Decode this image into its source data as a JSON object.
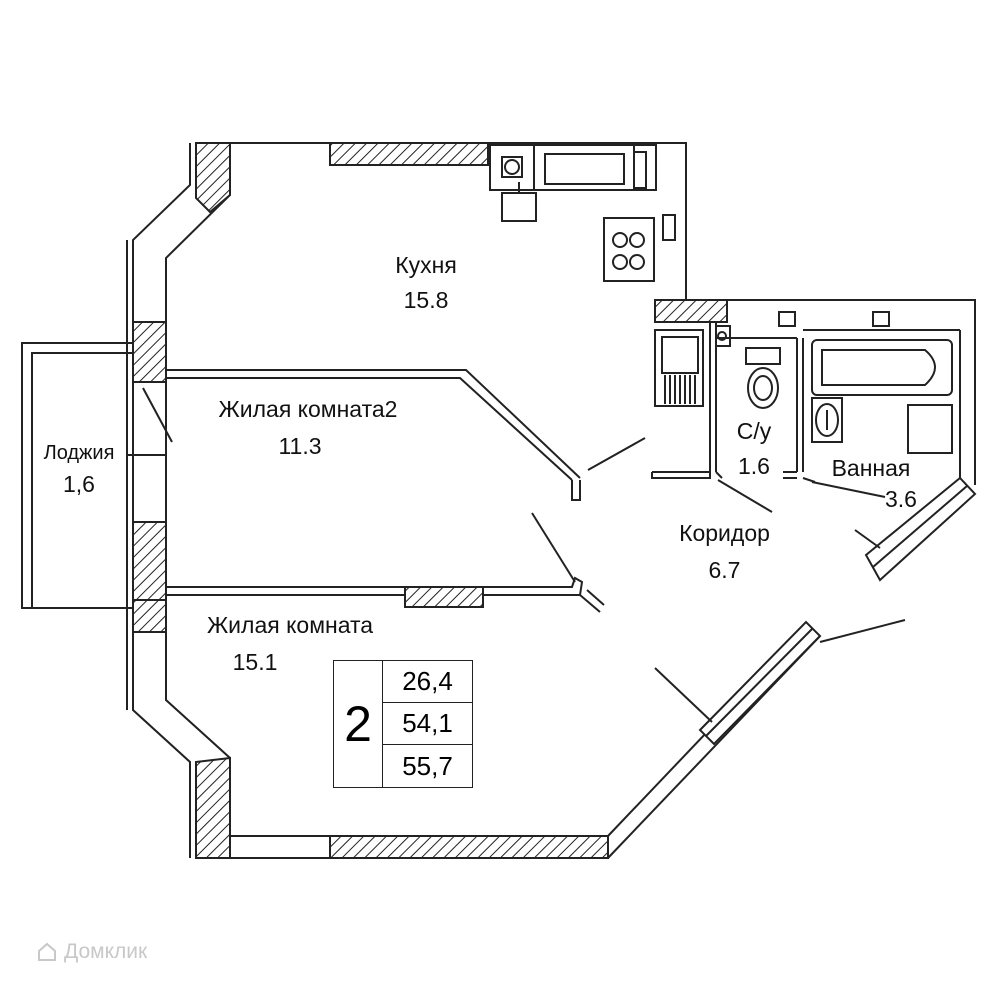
{
  "rooms": {
    "kitchen": {
      "name": "Кухня",
      "area": "15.8"
    },
    "living2": {
      "name": "Жилая комната2",
      "area": "11.3"
    },
    "living": {
      "name": "Жилая комната",
      "area": "15.1"
    },
    "loggia": {
      "name": "Лоджия",
      "area": "1,6"
    },
    "wc": {
      "name": "С/у",
      "area": "1.6"
    },
    "bath": {
      "name": "Ванная",
      "area": "3.6"
    },
    "corridor": {
      "name": "Коридор",
      "area": "6.7"
    }
  },
  "legend": {
    "room_count": "2",
    "living_area": "26,4",
    "total_area": "54,1",
    "total_with_loggia": "55,7"
  },
  "watermark": "Домклик"
}
